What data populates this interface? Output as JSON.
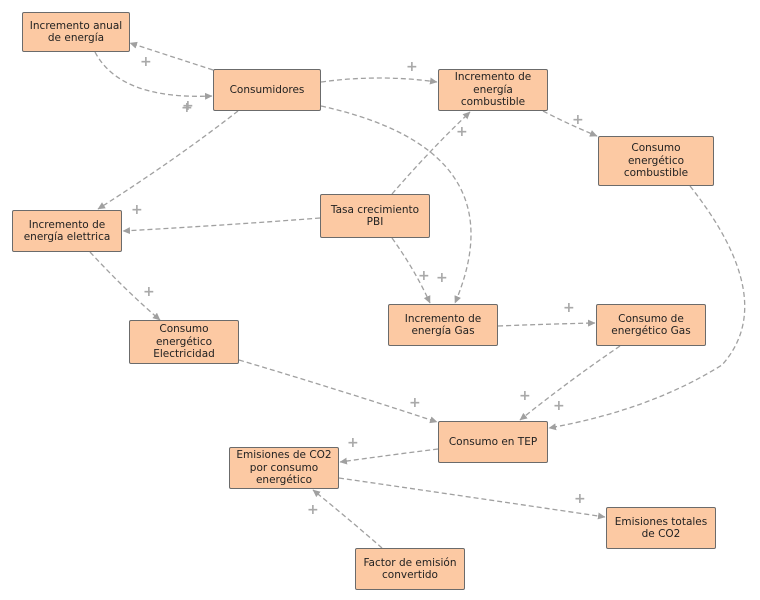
{
  "colors": {
    "node_fill": "#fcc9a3",
    "node_border": "#6b6b6b",
    "link": "#a0a0a0",
    "sign": "#a9a9a9"
  },
  "nodes": [
    {
      "id": "inc_anual",
      "label": "Incremento anual\nde energía"
    },
    {
      "id": "consumidores",
      "label": "Consumidores"
    },
    {
      "id": "inc_comb",
      "label": "Incremento de\nenergía\ncombustible"
    },
    {
      "id": "cons_comb",
      "label": "Consumo energético\ncombustible"
    },
    {
      "id": "inc_elec",
      "label": "Incremento de\nenergía elettrica"
    },
    {
      "id": "tasa_pbi",
      "label": "Tasa crecimiento\nPBI"
    },
    {
      "id": "cons_elec",
      "label": "Consumo\nenergético\nElectricidad"
    },
    {
      "id": "inc_gas",
      "label": "Incremento de\nenergía Gas"
    },
    {
      "id": "cons_gas",
      "label": "Consumo de\nenergético Gas"
    },
    {
      "id": "cons_tep",
      "label": "Consumo en TEP"
    },
    {
      "id": "emis_cons",
      "label": "Emisiones de CO2\npor consumo\nenergético"
    },
    {
      "id": "emis_tot",
      "label": "Emisiones totales\nde CO2"
    },
    {
      "id": "factor",
      "label": "Factor de emisión\nconvertido"
    }
  ],
  "links": [
    {
      "from": "consumidores",
      "to": "inc_anual",
      "sign": "+"
    },
    {
      "from": "inc_anual",
      "to": "consumidores",
      "sign": "+"
    },
    {
      "from": "consumidores",
      "to": "inc_comb",
      "sign": "+"
    },
    {
      "from": "consumidores",
      "to": "inc_elec",
      "sign": "+"
    },
    {
      "from": "consumidores",
      "to": "inc_gas",
      "sign": "+"
    },
    {
      "from": "inc_comb",
      "to": "cons_comb",
      "sign": "+"
    },
    {
      "from": "tasa_pbi",
      "to": "inc_comb",
      "sign": "+"
    },
    {
      "from": "tasa_pbi",
      "to": "inc_elec",
      "sign": "+"
    },
    {
      "from": "tasa_pbi",
      "to": "inc_gas",
      "sign": "+"
    },
    {
      "from": "inc_elec",
      "to": "cons_elec",
      "sign": "+"
    },
    {
      "from": "inc_gas",
      "to": "cons_gas",
      "sign": "+"
    },
    {
      "from": "cons_elec",
      "to": "cons_tep",
      "sign": "+"
    },
    {
      "from": "cons_gas",
      "to": "cons_tep",
      "sign": "+"
    },
    {
      "from": "cons_comb",
      "to": "cons_tep",
      "sign": "+"
    },
    {
      "from": "cons_tep",
      "to": "emis_cons",
      "sign": "+"
    },
    {
      "from": "emis_cons",
      "to": "emis_tot",
      "sign": "+"
    },
    {
      "from": "factor",
      "to": "emis_cons",
      "sign": "+"
    }
  ]
}
